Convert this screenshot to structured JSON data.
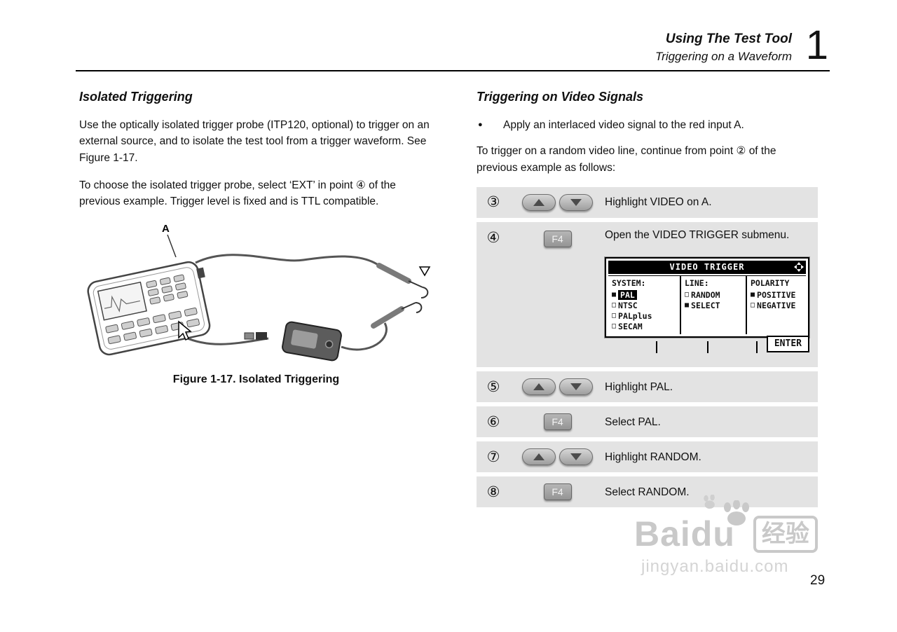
{
  "header": {
    "title_line1": "Using The Test Tool",
    "title_line2": "Triggering on a Waveform",
    "chapter_number": "1"
  },
  "left_column": {
    "heading": "Isolated Triggering",
    "paragraph1": "Use the optically isolated trigger probe (ITP120, optional) to trigger on an external source, and to isolate the test tool from a trigger waveform. See Figure 1-17.",
    "paragraph2": "To choose the isolated trigger probe, select ‘EXT’ in point ④ of the previous example. Trigger level is fixed and is TTL compatible.",
    "figure": {
      "pointer_label": "A",
      "caption": "Figure 1-17. Isolated Triggering"
    }
  },
  "right_column": {
    "heading": "Triggering on Video Signals",
    "bullet_text": "Apply an interlaced video signal to the red input A.",
    "intro_paragraph": "To trigger on a random video line, continue from point ② of the previous example as follows:",
    "f4_key_label": "F4",
    "steps": [
      {
        "number": "③",
        "key": "arrows",
        "text": "Highlight VIDEO on A."
      },
      {
        "number": "④",
        "key": "f4",
        "text": "Open the VIDEO TRIGGER submenu."
      },
      {
        "number": "⑤",
        "key": "arrows",
        "text": "Highlight PAL."
      },
      {
        "number": "⑥",
        "key": "f4",
        "text": "Select PAL."
      },
      {
        "number": "⑦",
        "key": "arrows",
        "text": "Highlight RANDOM."
      },
      {
        "number": "⑧",
        "key": "f4",
        "text": "Select RANDOM."
      }
    ],
    "screen_menu": {
      "title": "VIDEO TRIGGER",
      "columns": [
        {
          "header": "SYSTEM:",
          "items": [
            {
              "box": "■",
              "label": "PAL",
              "highlighted": true
            },
            {
              "box": "□",
              "label": "NTSC"
            },
            {
              "box": "□",
              "label": "PALplus"
            },
            {
              "box": "□",
              "label": "SECAM"
            }
          ]
        },
        {
          "header": "LINE:",
          "items": [
            {
              "box": "□",
              "label": "RANDOM"
            },
            {
              "box": "■",
              "label": "SELECT"
            }
          ]
        },
        {
          "header": "POLARITY",
          "items": [
            {
              "box": "■",
              "label": "POSITIVE"
            },
            {
              "box": "□",
              "label": "NEGATIVE"
            }
          ]
        }
      ],
      "enter_button": "ENTER"
    }
  },
  "footer": {
    "page_number": "29",
    "watermark": {
      "brand": "Baidu",
      "badge": "经验",
      "url": "jingyan.baidu.com"
    }
  }
}
